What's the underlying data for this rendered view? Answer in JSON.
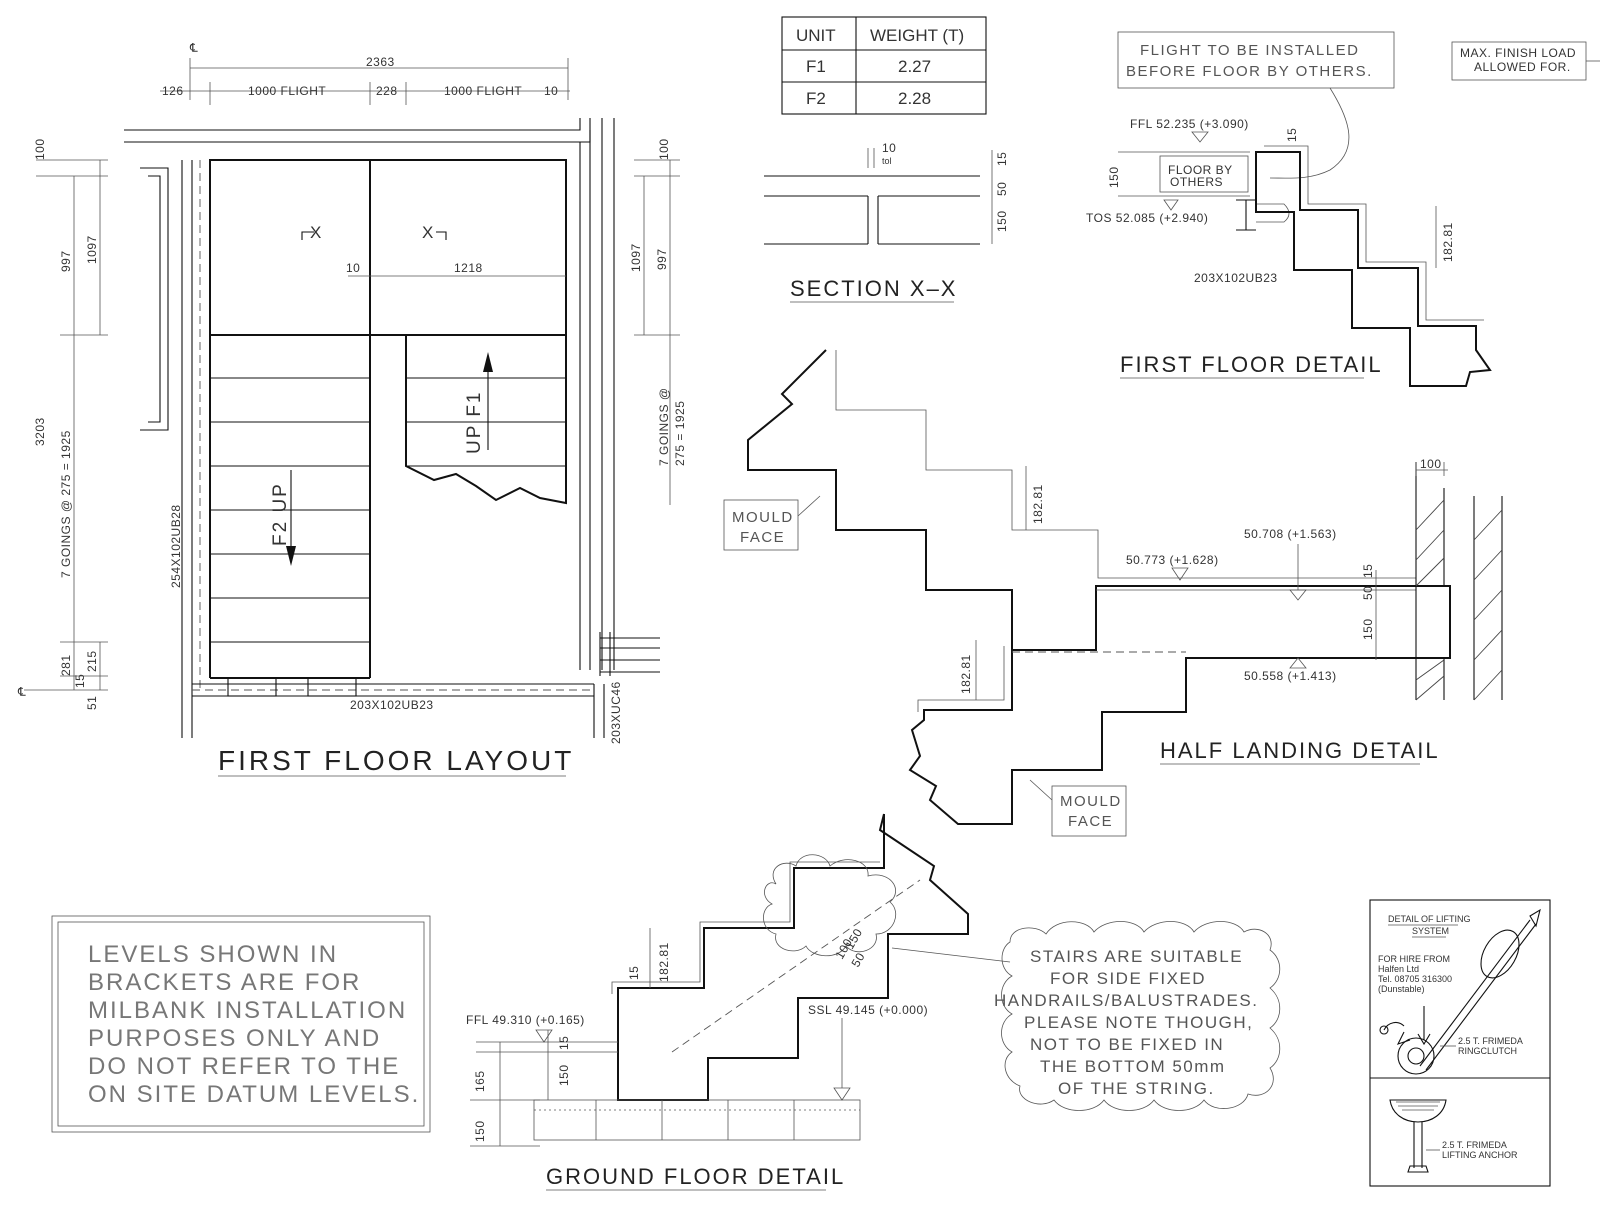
{
  "titles": {
    "first_floor_layout": "FIRST FLOOR LAYOUT",
    "section_xx": "SECTION X–X",
    "first_floor_detail": "FIRST FLOOR DETAIL",
    "half_landing_detail": "HALF LANDING DETAIL",
    "ground_floor_detail": "GROUND FLOOR DETAIL"
  },
  "weight_table": {
    "headers": [
      "UNIT",
      "WEIGHT (T)"
    ],
    "rows": [
      {
        "unit": "F1",
        "weight": "2.27"
      },
      {
        "unit": "F2",
        "weight": "2.28"
      }
    ]
  },
  "layout": {
    "dim_total": "2363",
    "dim_126": "126",
    "dim_flight_1": "1000 FLIGHT",
    "dim_228": "228",
    "dim_flight_2": "1000 FLIGHT",
    "dim_10_top": "10",
    "dim_100_left": "100",
    "dim_997_left": "997",
    "dim_1097_left": "1097",
    "dim_3203": "3203",
    "goings_left": "7 GOINGS @ 275 = 1925",
    "dim_281": "281",
    "dim_215": "215",
    "dim_15": "15",
    "dim_51": "51",
    "dim_100_right": "100",
    "dim_1097_right": "1097",
    "dim_997_right": "997",
    "goings_right_1": "7 GOINGS @",
    "goings_right_2": "275 = 1925",
    "dim_10_mid": "10",
    "dim_1218": "1218",
    "x_left": "X",
    "x_right": "X",
    "up_f1": "UP F1",
    "f2_up": "F2 UP",
    "beam_left": "254X102UB28",
    "beam_bottom": "203X102UB23",
    "column_right": "203XUC46",
    "centreline": "℄"
  },
  "section": {
    "dim_10": "10",
    "dim_tol": "tol",
    "dim_15": "15",
    "dim_50": "50",
    "dim_150": "150"
  },
  "first_floor_detail": {
    "callout": [
      "FLIGHT TO BE INSTALLED",
      "BEFORE FLOOR BY OTHERS."
    ],
    "max_load": [
      "MAX. FINISH LOAD",
      "ALLOWED FOR."
    ],
    "ffl": "FFL 52.235 (+3.090)",
    "dim_15": "15",
    "dim_150": "150",
    "floor_by": [
      "FLOOR BY",
      "OTHERS"
    ],
    "tos": "TOS 52.085 (+2.940)",
    "beam": "203X102UB23",
    "riser": "182.81"
  },
  "half_landing": {
    "mould_face_1": [
      "MOULD",
      "FACE"
    ],
    "mould_face_2": [
      "MOULD",
      "FACE"
    ],
    "riser_top": "182.81",
    "riser_bottom": "182.81",
    "dim_100": "100",
    "level_1": "50.708 (+1.563)",
    "level_2": "50.773 (+1.628)",
    "level_3": "50.558 (+1.413)",
    "dim_15": "15",
    "dim_50": "50",
    "dim_150": "150"
  },
  "ground_floor_detail": {
    "ffl": "FFL 49.310 (+0.165)",
    "ssl": "SSL 49.145 (+0.000)",
    "dim_15a": "15",
    "riser": "182.81",
    "dim_15b": "15",
    "dim_165": "165",
    "dim_150a": "150",
    "dim_150b": "150",
    "dim_150c": "150",
    "dim_100": "100",
    "dim_50": "50"
  },
  "notes": {
    "levels": [
      "LEVELS SHOWN IN",
      "BRACKETS ARE FOR",
      "MILBANK INSTALLATION",
      "PURPOSES ONLY AND",
      "DO NOT REFER TO THE",
      "ON SITE DATUM LEVELS."
    ],
    "stairs": [
      "STAIRS ARE SUITABLE",
      "FOR SIDE FIXED",
      "HANDRAILS/BALUSTRADES.",
      "PLEASE NOTE THOUGH,",
      "NOT TO BE FIXED IN",
      "THE BOTTOM 50mm",
      "OF THE STRING."
    ]
  },
  "lifting": {
    "title_1": "DETAIL OF LIFTING",
    "title_2": "SYSTEM",
    "hire": [
      "FOR HIRE FROM",
      "Halfen Ltd",
      "Tel. 08705 316300",
      "(Dunstable)"
    ],
    "ringclutch": [
      "2.5 T. FRIMEDA",
      "RINGCLUTCH"
    ],
    "anchor": [
      "2.5 T. FRIMEDA",
      "LIFTING ANCHOR"
    ]
  }
}
